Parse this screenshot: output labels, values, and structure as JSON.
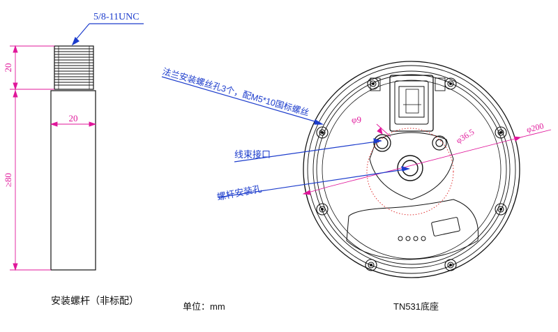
{
  "rod": {
    "thread_spec": "5/8-11UNC",
    "dim_thread_length": "20",
    "dim_width": "20",
    "dim_rod_length": "≥80",
    "caption": "安装螺杆（非标配）"
  },
  "units_caption": "单位：mm",
  "base": {
    "flange_note": "法兰安装螺丝孔3个，配M5*10国标螺丝",
    "cable_port_label": "线束接口",
    "rod_hole_label": "螺杆安装孔",
    "dim_port": "φ9",
    "dim_circle": "φ36.5",
    "dim_outer": "φ200",
    "caption": "TN531底座"
  },
  "colors": {
    "outline": "#111111",
    "dimension": "#e0169a",
    "leader": "#1c3ccc",
    "hidden_circle": "#e03030"
  }
}
